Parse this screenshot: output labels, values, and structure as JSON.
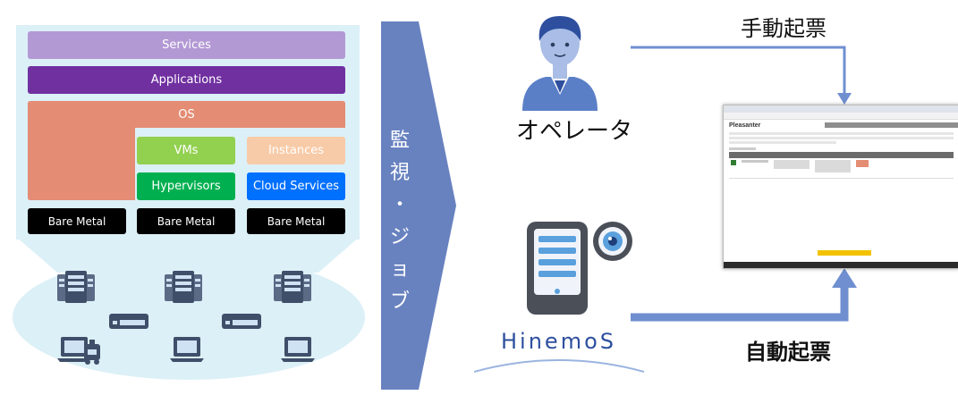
{
  "stack": {
    "services": "Services",
    "applications": "Applications",
    "os": "OS",
    "vms": "VMs",
    "instances": "Instances",
    "hypervisors": "Hypervisors",
    "cloud_services": "Cloud Services",
    "bare_metal_1": "Bare Metal",
    "bare_metal_2": "Bare Metal",
    "bare_metal_3": "Bare Metal"
  },
  "chevron": {
    "chars": [
      "監",
      "視",
      "・",
      "ジ",
      "ョ",
      "ブ"
    ]
  },
  "operator_label": "オペレータ",
  "manual_label": "手動起票",
  "auto_label": "自動起票",
  "hinemos_logo_text": "HinemoS",
  "browser": {
    "app_name": "Pleasanter"
  },
  "colors": {
    "services": "#b399d4",
    "applications": "#7030a0",
    "os": "#e48c74",
    "vms": "#92d050",
    "instances": "#f8cba8",
    "hypervisors": "#00b050",
    "cloud_services": "#0070ff",
    "chevron": "#6882c0",
    "arrow": "#6f8fd0",
    "light_bg": "#dcf0f7"
  }
}
